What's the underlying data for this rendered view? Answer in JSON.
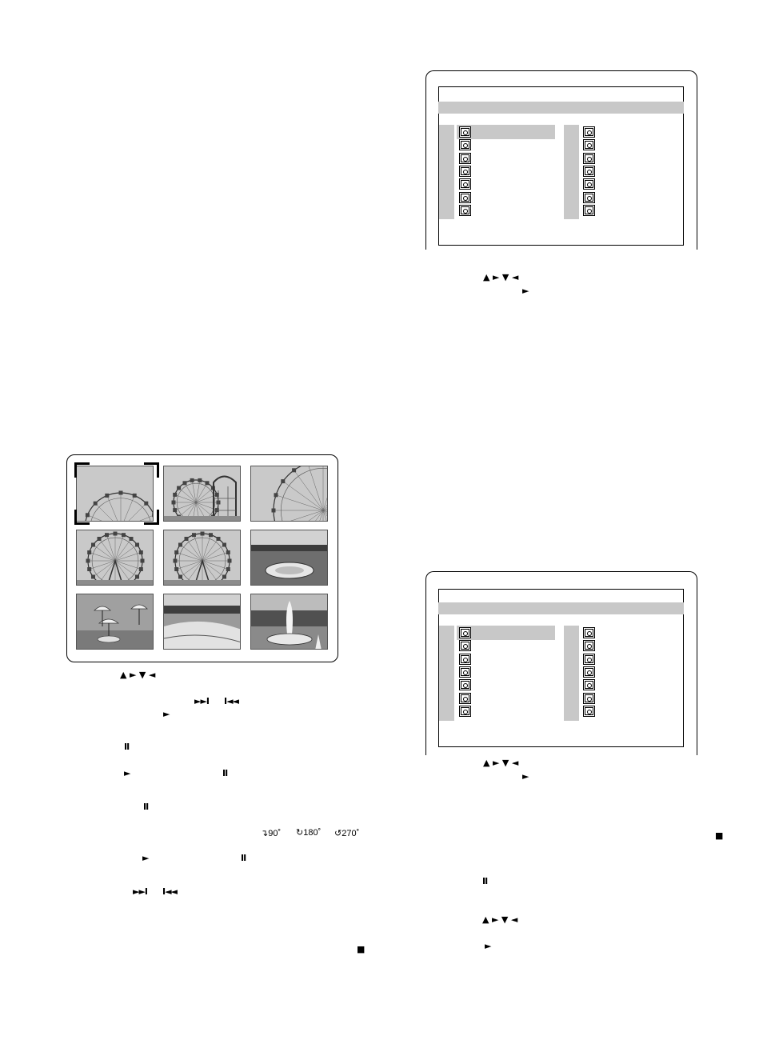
{
  "nav": {
    "arrows": "▲ ► ▼  ◄",
    "play": "►",
    "pause": "II",
    "stop": "■",
    "next": "►►I",
    "prev": "I◄◄"
  },
  "rotation": {
    "r90": "90˚",
    "r180": "180˚",
    "r270": "270˚"
  },
  "thumbnails": [
    {
      "scene": "ferris-wheel-partial"
    },
    {
      "scene": "ferris-wheel-coaster"
    },
    {
      "scene": "ferris-wheel-closeup"
    },
    {
      "scene": "ferris-wheel-full"
    },
    {
      "scene": "ferris-wheel-full"
    },
    {
      "scene": "park-flowerbed"
    },
    {
      "scene": "umbrella-tables"
    },
    {
      "scene": "flower-garden"
    },
    {
      "scene": "fountain"
    }
  ],
  "colors": {
    "highlight": "#c8c8c8",
    "photo_sky": "#c9c9c9",
    "photo_ground": "#8c8c8c"
  }
}
